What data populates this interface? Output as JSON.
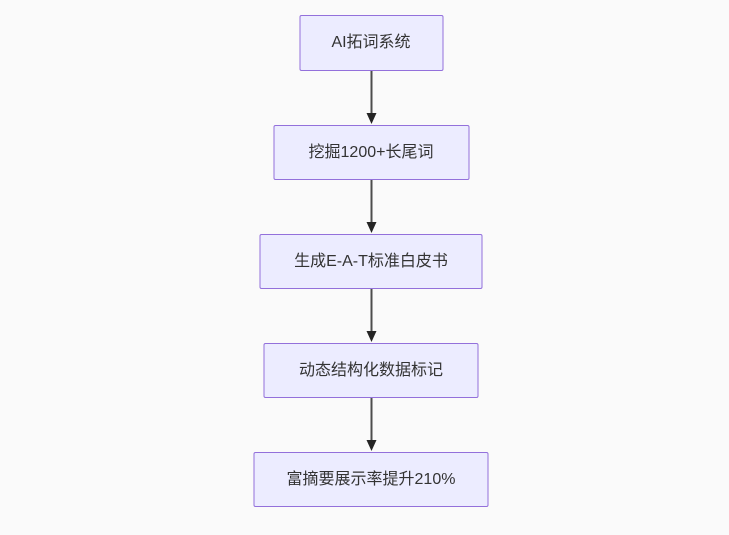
{
  "diagram": {
    "type": "flowchart",
    "direction": "top-down",
    "background_color": "#fafafa",
    "node_fill_color": "#ececff",
    "node_border_color": "#9370db",
    "text_color": "#333333",
    "arrow_line_color": "#4d4d4d",
    "arrow_head_color": "#242424",
    "nodes": [
      {
        "id": "A",
        "label": "AI拓词系统"
      },
      {
        "id": "B",
        "label": "挖掘1200+长尾词"
      },
      {
        "id": "C",
        "label": "生成E-A-T标准白皮书"
      },
      {
        "id": "D",
        "label": "动态结构化数据标记"
      },
      {
        "id": "E",
        "label": "富摘要展示率提升210%"
      }
    ],
    "edges": [
      {
        "from": "A",
        "to": "B"
      },
      {
        "from": "B",
        "to": "C"
      },
      {
        "from": "C",
        "to": "D"
      },
      {
        "from": "D",
        "to": "E"
      }
    ]
  }
}
